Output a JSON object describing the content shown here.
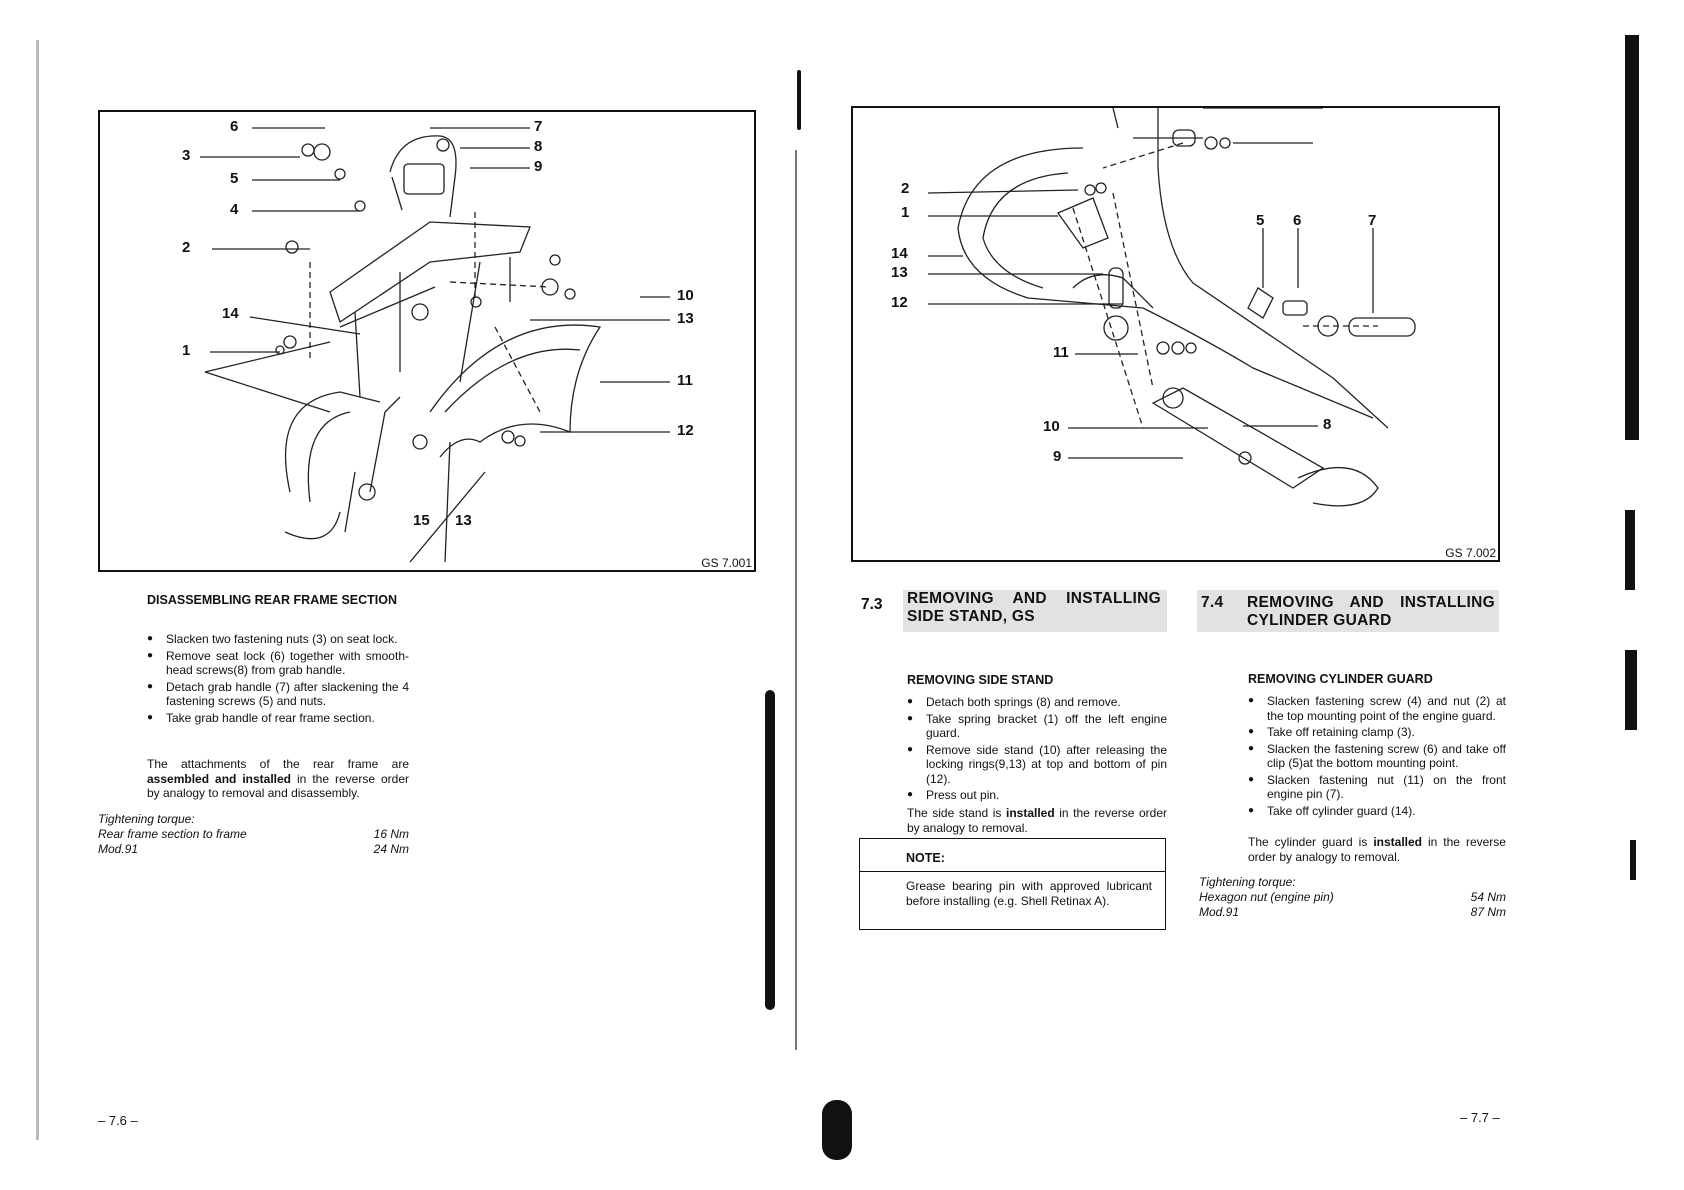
{
  "left_page": {
    "figure": {
      "code": "GS 7.001",
      "callouts": [
        "6",
        "7",
        "8",
        "9",
        "3",
        "5",
        "4",
        "2",
        "10",
        "13",
        "14",
        "1",
        "11",
        "12",
        "15",
        "13"
      ]
    },
    "heading": "DISASSEMBLING REAR FRAME SECTION",
    "bullets": [
      "Slacken two fastening nuts (3) on seat lock.",
      "Remove seat lock (6) together with smooth-head screws(8) from grab handle.",
      "Detach grab handle (7) after slackening the 4 fastening screws (5) and nuts.",
      "Take grab handle of rear frame section."
    ],
    "para_before": "The attachments of the rear frame are ",
    "para_bold": "assembled and installed",
    "para_after": " in the reverse order by analogy to removal and disassembly.",
    "torque": {
      "title": "Tightening torque:",
      "rows": [
        {
          "label": "Rear frame section to frame",
          "value": "16 Nm"
        },
        {
          "label": "Mod.91",
          "value": "24 Nm"
        }
      ]
    },
    "page_number": "– 7.6 –"
  },
  "right_page": {
    "figure": {
      "code": "GS 7.002",
      "callouts": [
        "2",
        "1",
        "14",
        "13",
        "12",
        "5",
        "6",
        "7",
        "11",
        "10",
        "9",
        "8"
      ]
    },
    "section_73": {
      "number": "7.3",
      "title_line1": "REMOVING AND INSTALLING",
      "title_line2": "SIDE STAND, GS",
      "sub_heading": "REMOVING SIDE STAND",
      "bullets": [
        "Detach both springs (8) and remove.",
        "Take spring bracket (1) off the left engine guard.",
        "Remove side stand (10) after releasing the locking rings(9,13) at top and bottom of pin (12).",
        "Press out pin."
      ],
      "para_before": "The side stand is ",
      "para_bold": "installed",
      "para_after": " in the reverse order by analogy to removal.",
      "note_title": "NOTE:",
      "note_text": "Grease bearing pin with approved lubricant before installing (e.g. Shell Retinax A)."
    },
    "section_74": {
      "number": "7.4",
      "title_line1": "REMOVING AND INSTALLING",
      "title_line2": "CYLINDER GUARD",
      "sub_heading": "REMOVING CYLINDER GUARD",
      "bullets": [
        "Slacken fastening screw (4) and nut (2) at the top mounting point of the engine guard.",
        "Take off retaining clamp (3).",
        "Slacken the fastening screw (6) and take off clip (5)at the bottom mounting point.",
        "Slacken fastening nut (11) on the front engine pin (7).",
        "Take off cylinder guard (14)."
      ],
      "para_before": "The cylinder guard is ",
      "para_bold": "installed",
      "para_after": " in the reverse order by analogy to removal.",
      "torque": {
        "title": "Tightening torque:",
        "rows": [
          {
            "label": "Hexagon nut (engine pin)",
            "value": "54 Nm"
          },
          {
            "label": "Mod.91",
            "value": "87 Nm"
          }
        ]
      }
    },
    "page_number": "– 7.7 –"
  }
}
